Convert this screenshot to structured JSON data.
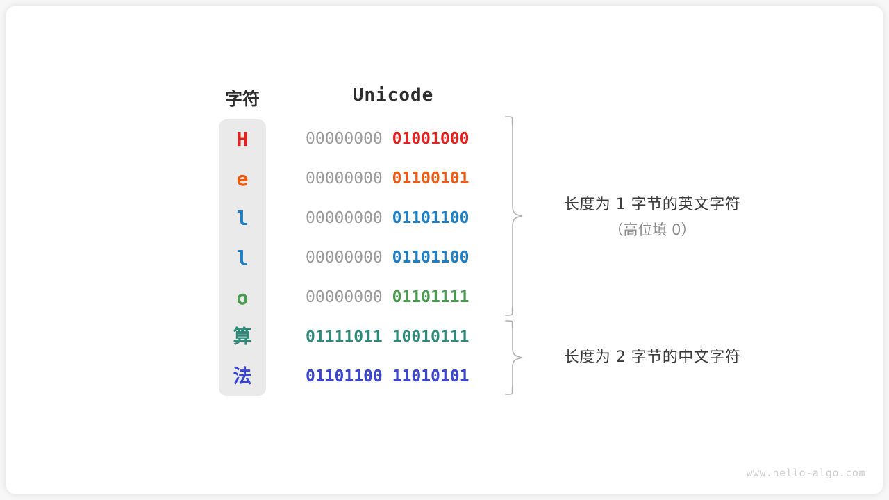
{
  "watermark": "www.hello-algo.com",
  "headers": {
    "char": "字符",
    "unicode": "Unicode"
  },
  "colors": {
    "red": "#e3211e",
    "orange": "#ec5b13",
    "blue": "#1f7fc4",
    "green": "#4a9a50",
    "teal": "#2e8b7a",
    "indigo": "#3a46d0",
    "pad_gray": "#9a9a9a",
    "panel_bg": "#eaeaea",
    "brace_gray": "#b0b0b0",
    "text_dark": "#2e2e2e",
    "sub_gray": "#8d8d8d"
  },
  "rows": [
    {
      "char": "H",
      "color": "#e3211e",
      "high_byte": "00000000",
      "low_byte": "01001000",
      "high_is_pad": true,
      "cjk": false
    },
    {
      "char": "e",
      "color": "#ec5b13",
      "high_byte": "00000000",
      "low_byte": "01100101",
      "high_is_pad": true,
      "cjk": false
    },
    {
      "char": "l",
      "color": "#1f7fc4",
      "high_byte": "00000000",
      "low_byte": "01101100",
      "high_is_pad": true,
      "cjk": false
    },
    {
      "char": "l",
      "color": "#1f7fc4",
      "high_byte": "00000000",
      "low_byte": "01101100",
      "high_is_pad": true,
      "cjk": false
    },
    {
      "char": "o",
      "color": "#4a9a50",
      "high_byte": "00000000",
      "low_byte": "01101111",
      "high_is_pad": true,
      "cjk": false
    },
    {
      "char": "算",
      "color": "#2e8b7a",
      "high_byte": "01111011",
      "low_byte": "10010111",
      "high_is_pad": false,
      "cjk": true
    },
    {
      "char": "法",
      "color": "#3a46d0",
      "high_byte": "01101100",
      "low_byte": "11010101",
      "high_is_pad": false,
      "cjk": true
    }
  ],
  "annotations": [
    {
      "main": "长度为 1 字节的英文字符",
      "sub": "（高位填 0）"
    },
    {
      "main": "长度为 2 字节的中文字符",
      "sub": ""
    }
  ]
}
